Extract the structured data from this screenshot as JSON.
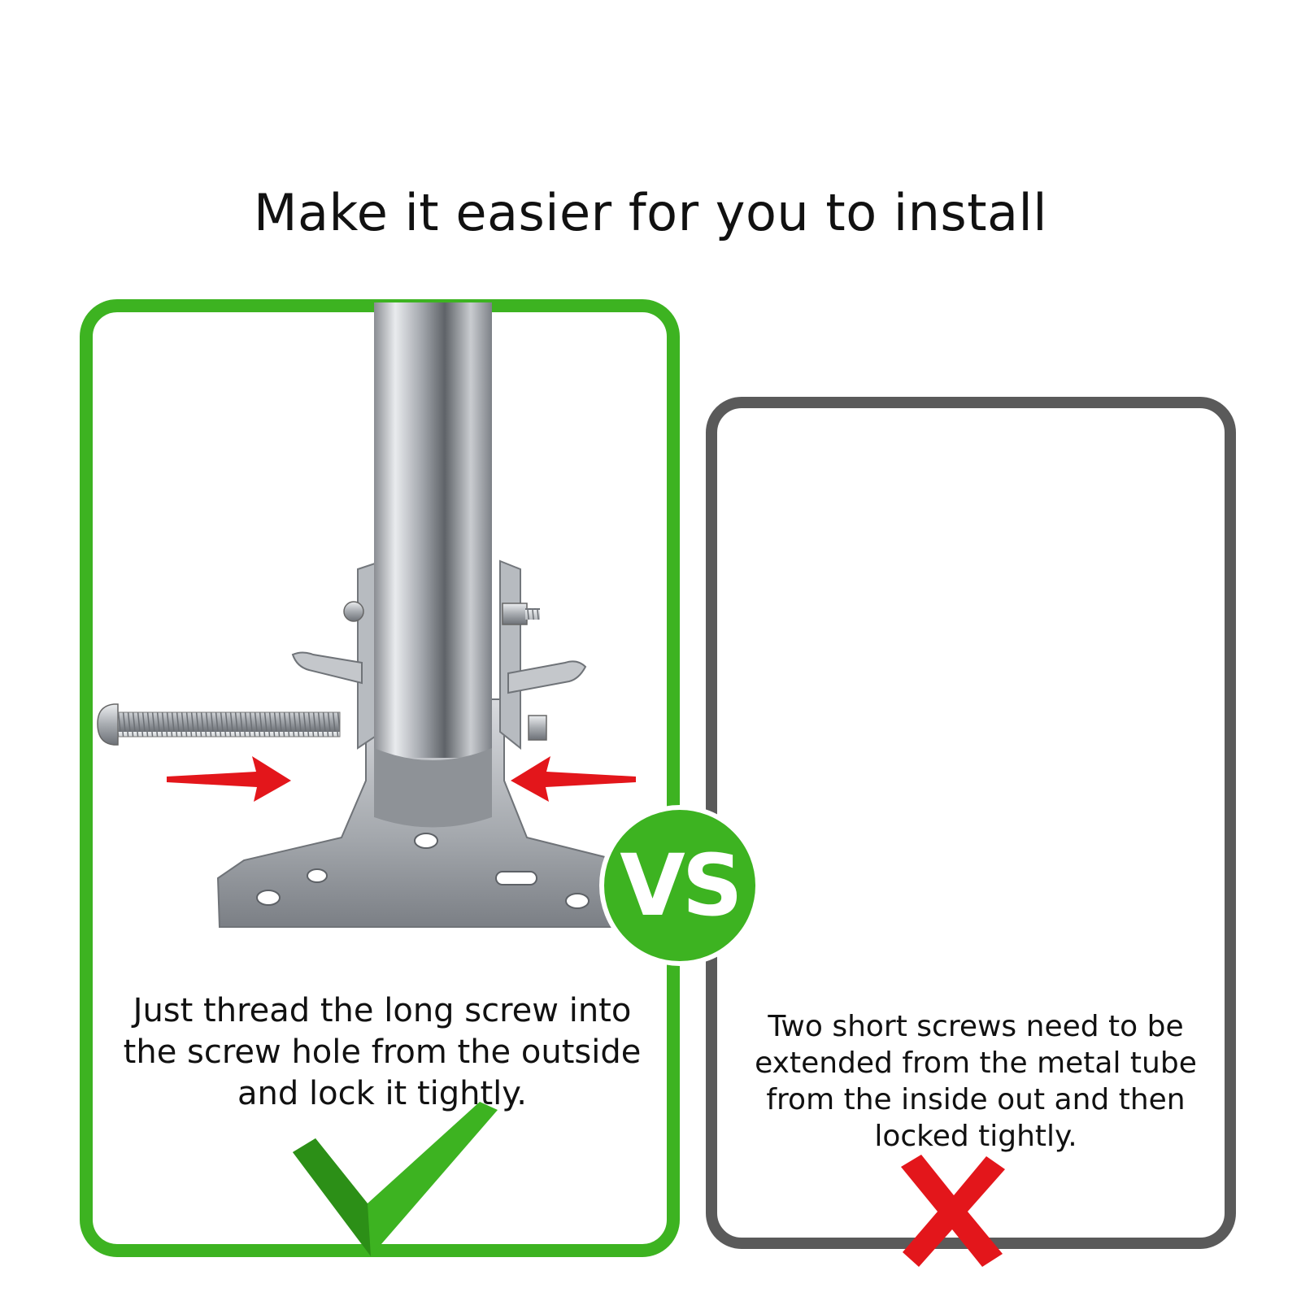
{
  "title": "Make it easier for you to install",
  "vs_label": "VS",
  "good": {
    "caption_lines": [
      "Just thread the long screw into",
      "the screw hole from the outside",
      "and lock it tightly."
    ],
    "border_color": "#3db321",
    "mark_icon": "check-icon"
  },
  "bad": {
    "caption_lines": [
      "Two short screws need to be",
      "extended from the metal tube",
      "from the inside out and then",
      "locked tightly."
    ],
    "border_color": "#5a5a5a",
    "mark_icon": "cross-icon"
  },
  "colors": {
    "green": "#3db321",
    "red": "#e3161b",
    "gray": "#5a5a5a"
  }
}
